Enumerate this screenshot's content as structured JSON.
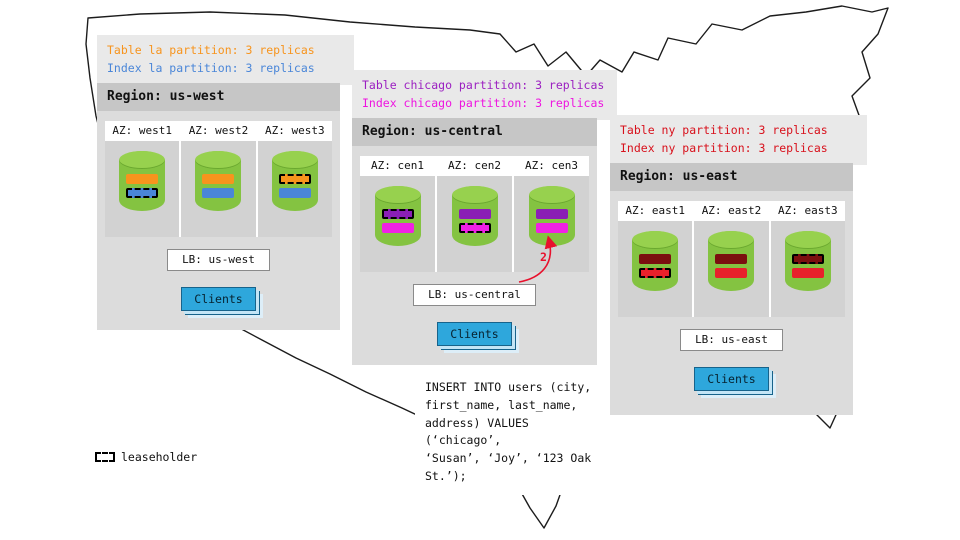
{
  "legend": {
    "label": "leaseholder"
  },
  "arrow": {
    "label": "2",
    "color": "#e8112d"
  },
  "sql_box": {
    "text": "INSERT INTO users (city,\nfirst_name, last_name,\naddress) VALUES (‘chicago’,\n‘Susan’, ‘Joy’, ‘123 Oak\nSt.’);"
  },
  "regions": [
    {
      "id": "us-west",
      "title": "Region: us-west",
      "note": {
        "lines": [
          {
            "text": "Table la partition: 3 replicas",
            "color": "#f7941d"
          },
          {
            "text": "Index la partition: 3 replicas",
            "color": "#4a86d8"
          }
        ]
      },
      "azs": [
        {
          "label": "AZ: west1",
          "bars": [
            {
              "kind": "table-replica",
              "color": "#f7941d",
              "leaseholder": false
            },
            {
              "kind": "index-replica",
              "color": "#4a86d8",
              "leaseholder": true
            }
          ]
        },
        {
          "label": "AZ: west2",
          "bars": [
            {
              "kind": "table-replica",
              "color": "#f7941d",
              "leaseholder": false
            },
            {
              "kind": "index-replica",
              "color": "#4a86d8",
              "leaseholder": false
            }
          ]
        },
        {
          "label": "AZ: west3",
          "bars": [
            {
              "kind": "table-replica",
              "color": "#f7941d",
              "leaseholder": true
            },
            {
              "kind": "index-replica",
              "color": "#4a86d8",
              "leaseholder": false
            }
          ]
        }
      ],
      "lb_label": "LB: us-west",
      "clients_label": "Clients"
    },
    {
      "id": "us-central",
      "title": "Region: us-central",
      "note": {
        "lines": [
          {
            "text": "Table chicago partition: 3 replicas",
            "color": "#9b1fc1"
          },
          {
            "text": "Index chicago partition: 3 replicas",
            "color": "#ee13e0"
          }
        ]
      },
      "azs": [
        {
          "label": "AZ: cen1",
          "bars": [
            {
              "kind": "table-replica",
              "color": "#8a1fb5",
              "leaseholder": true
            },
            {
              "kind": "index-replica",
              "color": "#f021e4",
              "leaseholder": false
            }
          ]
        },
        {
          "label": "AZ: cen2",
          "bars": [
            {
              "kind": "table-replica",
              "color": "#8a1fb5",
              "leaseholder": false
            },
            {
              "kind": "index-replica",
              "color": "#f021e4",
              "leaseholder": true
            }
          ]
        },
        {
          "label": "AZ: cen3",
          "bars": [
            {
              "kind": "table-replica",
              "color": "#8a1fb5",
              "leaseholder": false
            },
            {
              "kind": "index-replica",
              "color": "#f021e4",
              "leaseholder": false
            }
          ]
        }
      ],
      "lb_label": "LB: us-central",
      "clients_label": "Clients"
    },
    {
      "id": "us-east",
      "title": "Region: us-east",
      "note": {
        "lines": [
          {
            "text": "Table ny partition: 3 replicas",
            "color": "#d8111c"
          },
          {
            "text": "Index ny partition: 3 replicas",
            "color": "#d8111c"
          }
        ]
      },
      "azs": [
        {
          "label": "AZ: east1",
          "bars": [
            {
              "kind": "table-replica",
              "color": "#7b0f0f",
              "leaseholder": false
            },
            {
              "kind": "index-replica",
              "color": "#e8212b",
              "leaseholder": true
            }
          ]
        },
        {
          "label": "AZ: east2",
          "bars": [
            {
              "kind": "table-replica",
              "color": "#7b0f0f",
              "leaseholder": false
            },
            {
              "kind": "index-replica",
              "color": "#e8212b",
              "leaseholder": false
            }
          ]
        },
        {
          "label": "AZ: east3",
          "bars": [
            {
              "kind": "table-replica",
              "color": "#7b0f0f",
              "leaseholder": true
            },
            {
              "kind": "index-replica",
              "color": "#e8212b",
              "leaseholder": false
            }
          ]
        }
      ],
      "lb_label": "LB: us-east",
      "clients_label": "Clients"
    }
  ]
}
